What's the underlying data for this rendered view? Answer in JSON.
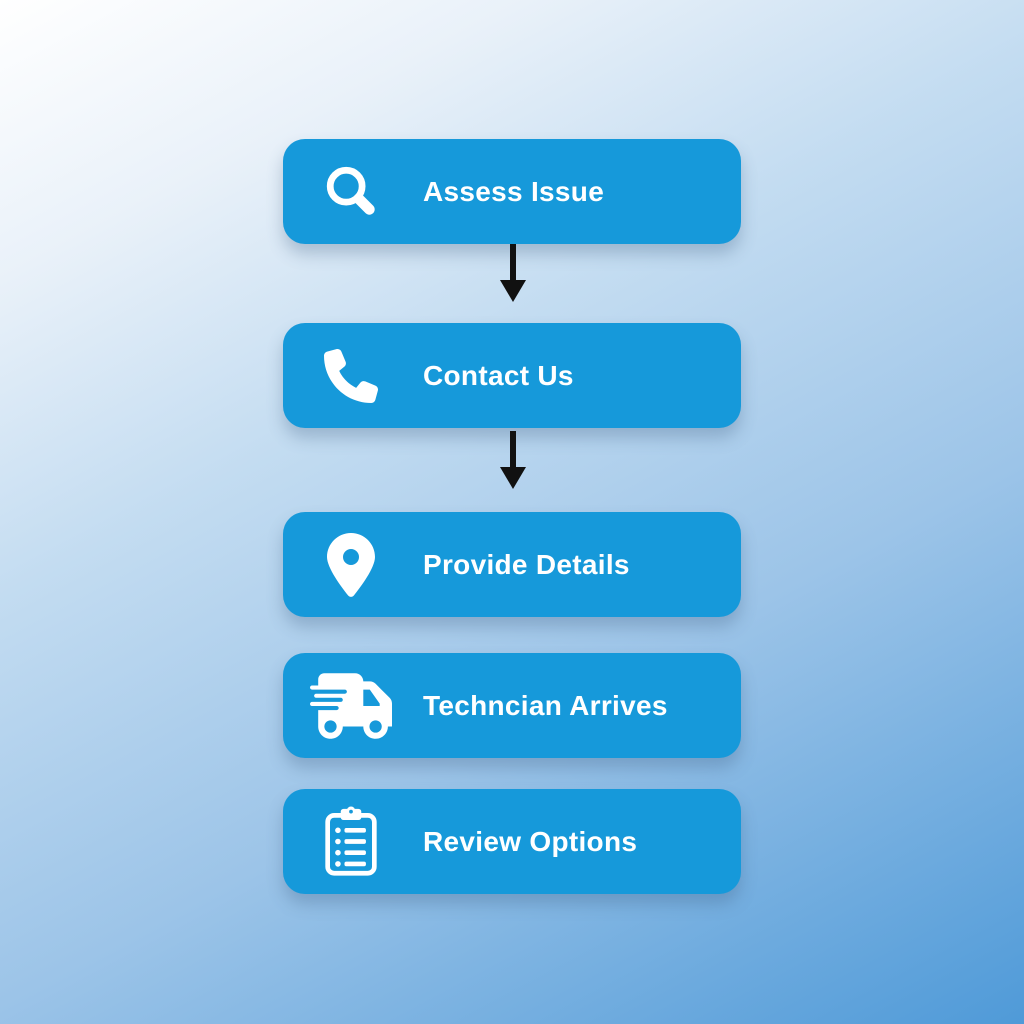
{
  "figure": {
    "type": "flowchart",
    "direction": "vertical",
    "steps": [
      {
        "label": "Assess Issue",
        "icon": "search-icon",
        "connector_after": "arrow"
      },
      {
        "label": "Contact Us",
        "icon": "phone-icon",
        "connector_after": "arrow"
      },
      {
        "label": "Provide Details",
        "icon": "location-pin-icon",
        "connector_after": "none"
      },
      {
        "label": "Techncian Arrives",
        "icon": "truck-fast-icon",
        "connector_after": "none"
      },
      {
        "label": "Review Options",
        "icon": "clipboard-list-icon",
        "connector_after": "none"
      }
    ],
    "colors": {
      "step_background": "#1699da",
      "step_text": "#ffffff",
      "icon": "#ffffff",
      "arrow": "#111111",
      "background_gradient_start": "#ffffff",
      "background_gradient_end": "#4f9ad8"
    }
  }
}
